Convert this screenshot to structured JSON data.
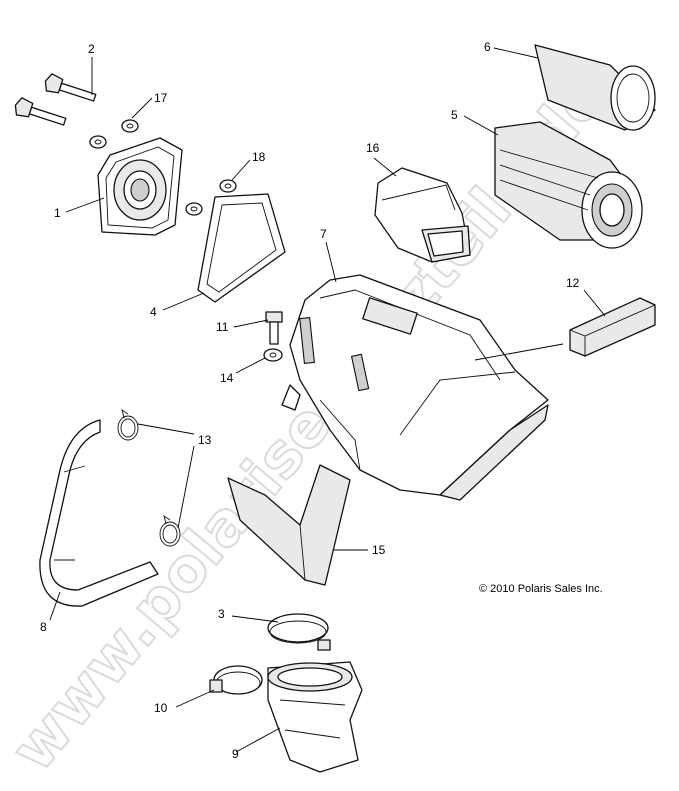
{
  "watermark": "www.polarisersatzteile.de",
  "copyright": "© 2010 Polaris Sales Inc.",
  "callouts": {
    "c1": "1",
    "c2": "2",
    "c3": "3",
    "c4": "4",
    "c5": "5",
    "c6": "6",
    "c7": "7",
    "c8": "8",
    "c9": "9",
    "c10": "10",
    "c11": "11",
    "c12": "12",
    "c13": "13",
    "c14": "14",
    "c15": "15",
    "c16": "16",
    "c17": "17",
    "c18": "18"
  }
}
